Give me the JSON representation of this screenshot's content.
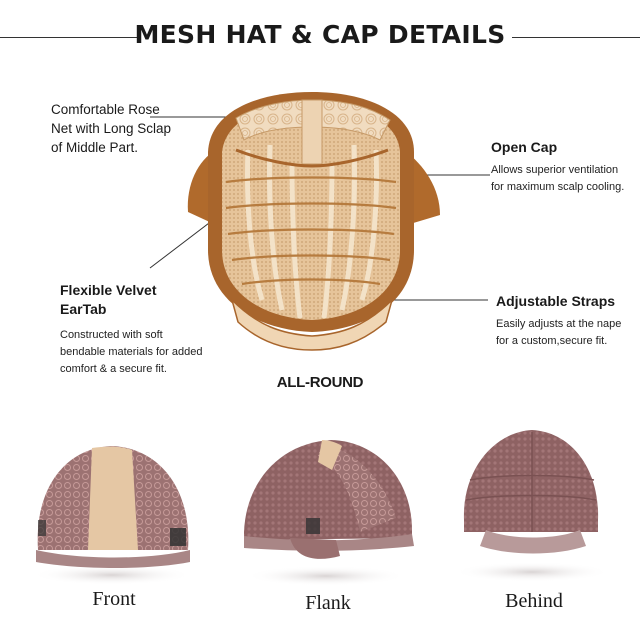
{
  "title": "MESH HAT & CAP DETAILS",
  "callouts": {
    "rose_net": "Comfortable Rose Net with Long Sclap of Middle Part.",
    "open_cap": {
      "title": "Open Cap",
      "line1": "Allows superior ventilation",
      "line2": "for maximum scalp cooling."
    },
    "velvet_eartab": {
      "title1": "Flexible Velvet",
      "title2": "EarTab",
      "line1": "Constructed with soft",
      "line2": "bendable materials for added",
      "line3": "comfort & a secure fit."
    },
    "straps": {
      "title": "Adjustable Straps",
      "line1": "Easily adjusts at the nape",
      "line2": "for a custom,secure fit."
    }
  },
  "rose_lines": [
    "Comfortable Rose",
    "Net with Long Sclap",
    "of Middle Part."
  ],
  "center_label": "ALL-ROUND",
  "views": [
    "Front",
    "Flank",
    "Behind"
  ],
  "colors": {
    "cap_tan": "#e7c79c",
    "cap_brown": "#a8652c",
    "mesh_mauve": "#8e6263"
  }
}
